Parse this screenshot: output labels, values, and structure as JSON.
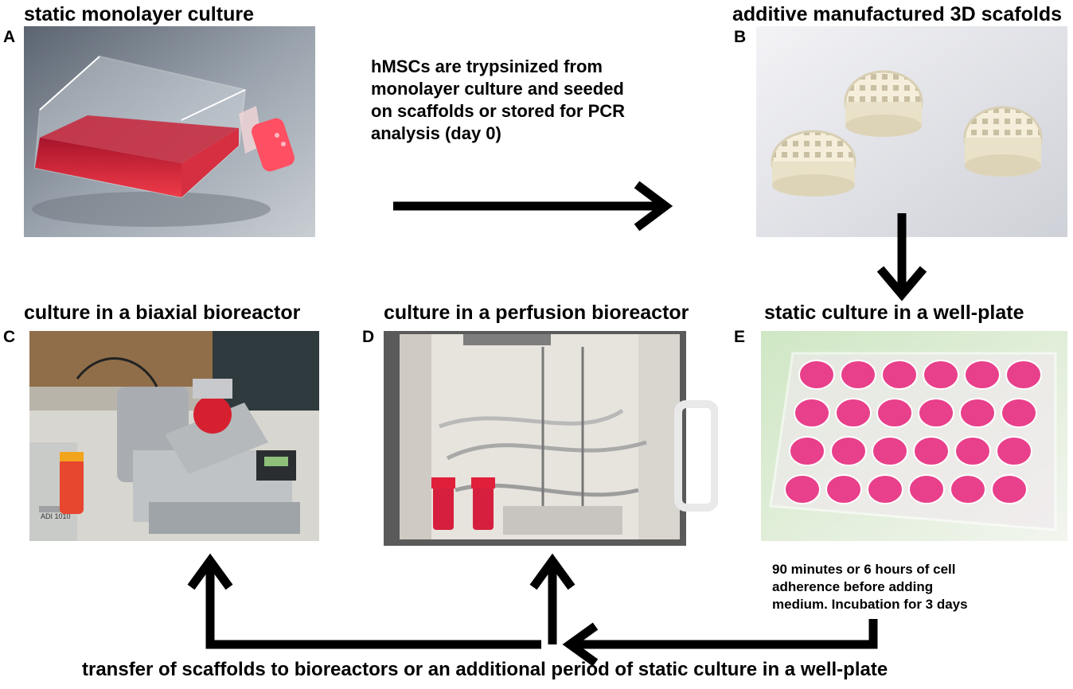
{
  "panels": {
    "a": {
      "letter": "A",
      "title": "static monolayer culture"
    },
    "b": {
      "letter": "B",
      "title": "additive manufactured 3D scafolds"
    },
    "c": {
      "letter": "C",
      "title": "culture in a biaxial bioreactor",
      "device_label": "ADI 1010"
    },
    "d": {
      "letter": "D",
      "title": "culture in a perfusion bioreactor"
    },
    "e": {
      "letter": "E",
      "title": "static culture in a well-plate"
    }
  },
  "notes": {
    "seeding": [
      "hMSCs are trypsinized from",
      "monolayer culture and seeded",
      "on scaffolds or stored for PCR",
      "analysis (day 0)"
    ],
    "adherence": [
      "90 minutes or 6 hours of cell",
      "adherence before adding",
      "medium. Incubation for 3 days"
    ]
  },
  "bottom_caption": "transfer of scaffolds to bioreactors or an additional period of static culture in a well-plate",
  "colors": {
    "arrow": "#000000",
    "culture_medium": "#d81f3f",
    "cap": "#e8304d",
    "scaffold": "#f1ead6"
  }
}
